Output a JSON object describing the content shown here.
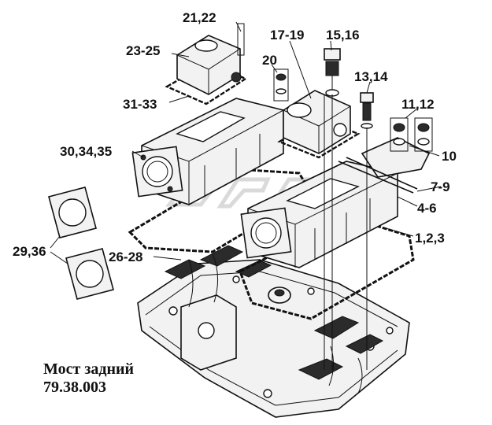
{
  "callouts": {
    "c21_22": "21,22",
    "c23_25": "23-25",
    "c20": "20",
    "c17_19": "17-19",
    "c15_16": "15,16",
    "c13_14": "13,14",
    "c31_33": "31-33",
    "c11_12": "11,12",
    "c30_34_35": "30,34,35",
    "c10": "10",
    "c7_9": "7-9",
    "c4_6": "4-6",
    "c1_2_3": "1,2,3",
    "c29_36": "29,36",
    "c26_28": "26-28"
  },
  "caption": {
    "line1": "Мост задний",
    "line2": "79.38.003"
  },
  "watermark": "ОРЕХ",
  "colors": {
    "ink": "#111111",
    "shade": "#2b2b2b",
    "watermark": "#bdbdbd"
  }
}
